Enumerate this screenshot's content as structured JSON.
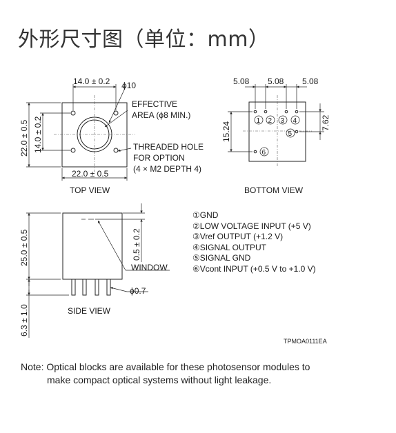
{
  "title": "外形尺寸图（单位：mm）",
  "top_view": {
    "label": "TOP VIEW",
    "dim_top": "14.0 ± 0.2",
    "dim_phi": "ϕ10",
    "effective_1": "EFFECTIVE",
    "effective_2": "AREA (ϕ8 MIN.)",
    "hole_1": "THREADED HOLE",
    "hole_2": "FOR OPTION",
    "hole_3": "(4 × M2 DEPTH 4)",
    "dim_bottom": "22.0 ± 0.5",
    "dim_left_outer": "22.0 ± 0.5",
    "dim_left_inner": "14.0 ± 0.2"
  },
  "bottom_view": {
    "label": "BOTTOM VIEW",
    "dim_a": "5.08",
    "dim_b": "5.08",
    "dim_c": "5.08",
    "dim_left": "15.24",
    "dim_right": "7.62",
    "pins": [
      "1",
      "2",
      "3",
      "4",
      "5",
      "6"
    ]
  },
  "side_view": {
    "label": "SIDE VIEW",
    "dim_height": "25.0 ± 0.5",
    "dim_window": "0.5 ± 0.2",
    "window_label": "WINDOW",
    "dim_pin": "ϕ0.7",
    "dim_pin_len": "6.3 ± 1.0"
  },
  "pin_list": [
    {
      "num": "①",
      "text": "GND"
    },
    {
      "num": "②",
      "text": "LOW VOLTAGE INPUT (+5 V)"
    },
    {
      "num": "③",
      "text": "Vref OUTPUT (+1.2 V)"
    },
    {
      "num": "④",
      "text": "SIGNAL OUTPUT"
    },
    {
      "num": "⑤",
      "text": "SIGNAL GND"
    },
    {
      "num": "⑥",
      "text": "Vcont INPUT (+0.5 V to +1.0 V)"
    }
  ],
  "drawing_code": "TPMOA0111EA",
  "note_1": "Note: Optical blocks are available for these photosensor modules to",
  "note_2": "make compact optical systems without light leakage."
}
